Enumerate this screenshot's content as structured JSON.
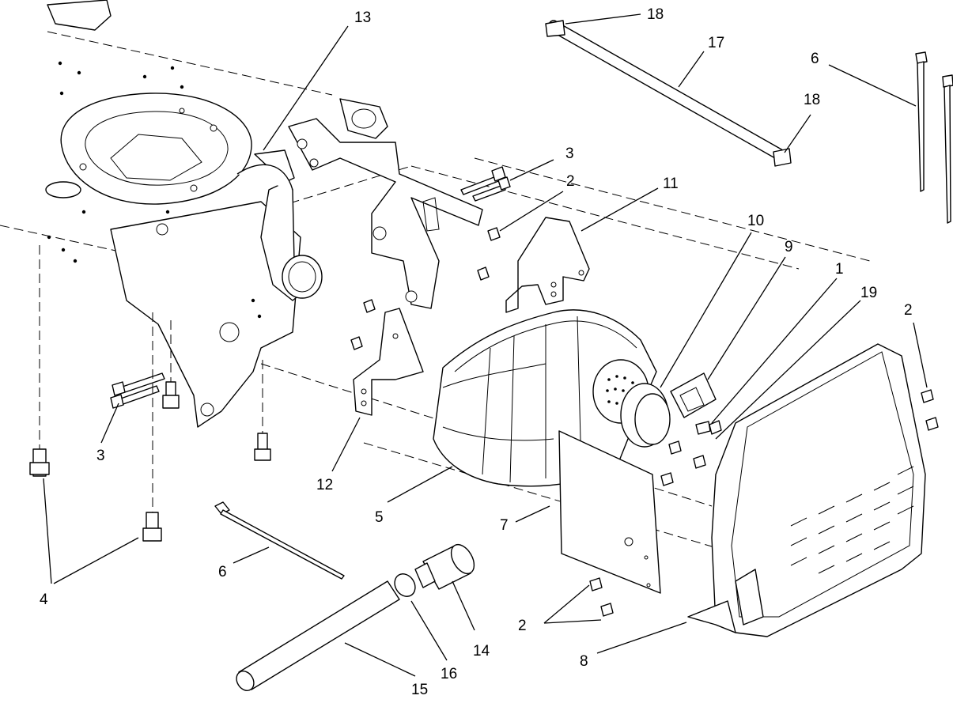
{
  "callouts": {
    "c1": "1",
    "c2a": "2",
    "c2b": "2",
    "c2c": "2",
    "c3a": "3",
    "c3b": "3",
    "c4": "4",
    "c5": "5",
    "c6a": "6",
    "c6b": "6",
    "c7": "7",
    "c8": "8",
    "c9": "9",
    "c10": "10",
    "c11": "11",
    "c12": "12",
    "c13": "13",
    "c14": "14",
    "c15": "15",
    "c16": "16",
    "c17": "17",
    "c18a": "18",
    "c18b": "18",
    "c19": "19"
  }
}
